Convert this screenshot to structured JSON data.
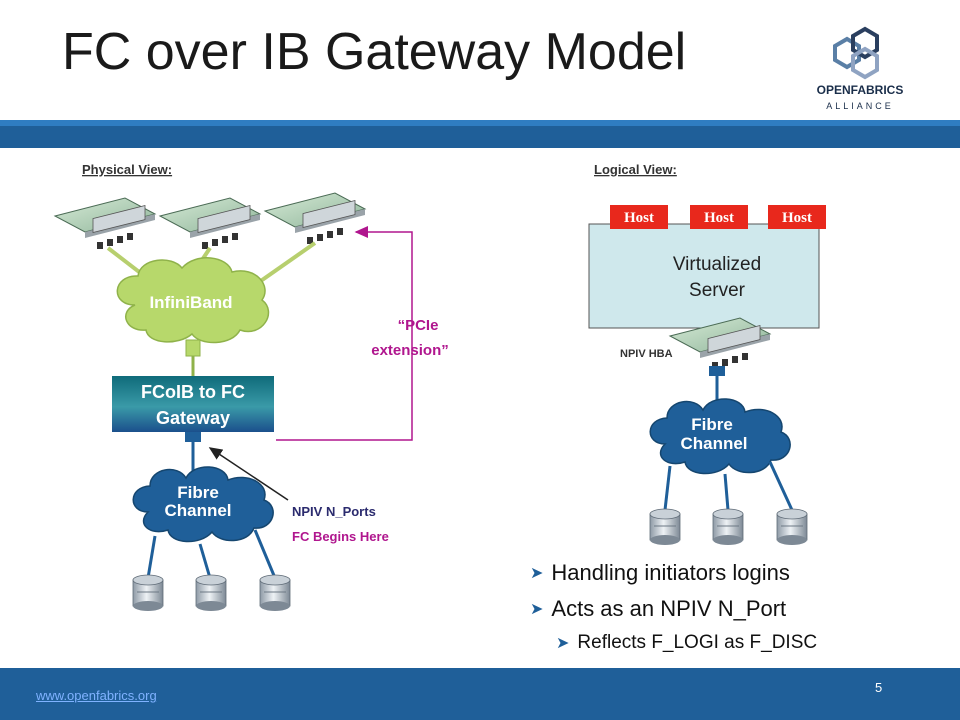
{
  "title": "FC over IB Gateway Model",
  "logo": {
    "line1": "OPENFABRICS",
    "line2": "ALLIANCE"
  },
  "physical_view": {
    "label": "Physical View:",
    "infiniband": "InfiniBand",
    "gateway_line1": "FCoIB to FC",
    "gateway_line2": "Gateway",
    "fibre_line1": "Fibre",
    "fibre_line2": "Channel",
    "pcie_line1": "“PCIe",
    "pcie_line2": "extension”",
    "npiv_nports": "NPIV N_Ports",
    "fc_begins": "FC Begins Here"
  },
  "logical_view": {
    "label": "Logical View:",
    "hosts": [
      "Host",
      "Host",
      "Host"
    ],
    "server_line1": "Virtualized",
    "server_line2": "Server",
    "npiv_hba": "NPIV HBA",
    "fibre_line1": "Fibre",
    "fibre_line2": "Channel"
  },
  "bullets": [
    {
      "text": "Handling initiators logins",
      "level": 1
    },
    {
      "text": "Acts as an NPIV N_Port",
      "level": 1
    },
    {
      "text": "Reflects F_LOGI as F_DISC",
      "level": 2
    }
  ],
  "footer": {
    "link": "www.openfabrics.org",
    "page": "5"
  },
  "colors": {
    "brand_blue": "#1f5f99",
    "host_red": "#e8281c",
    "cloud_blue": "#1f5f99",
    "pcie_magenta": "#b0168e",
    "server_fill": "#cfe8ec"
  }
}
